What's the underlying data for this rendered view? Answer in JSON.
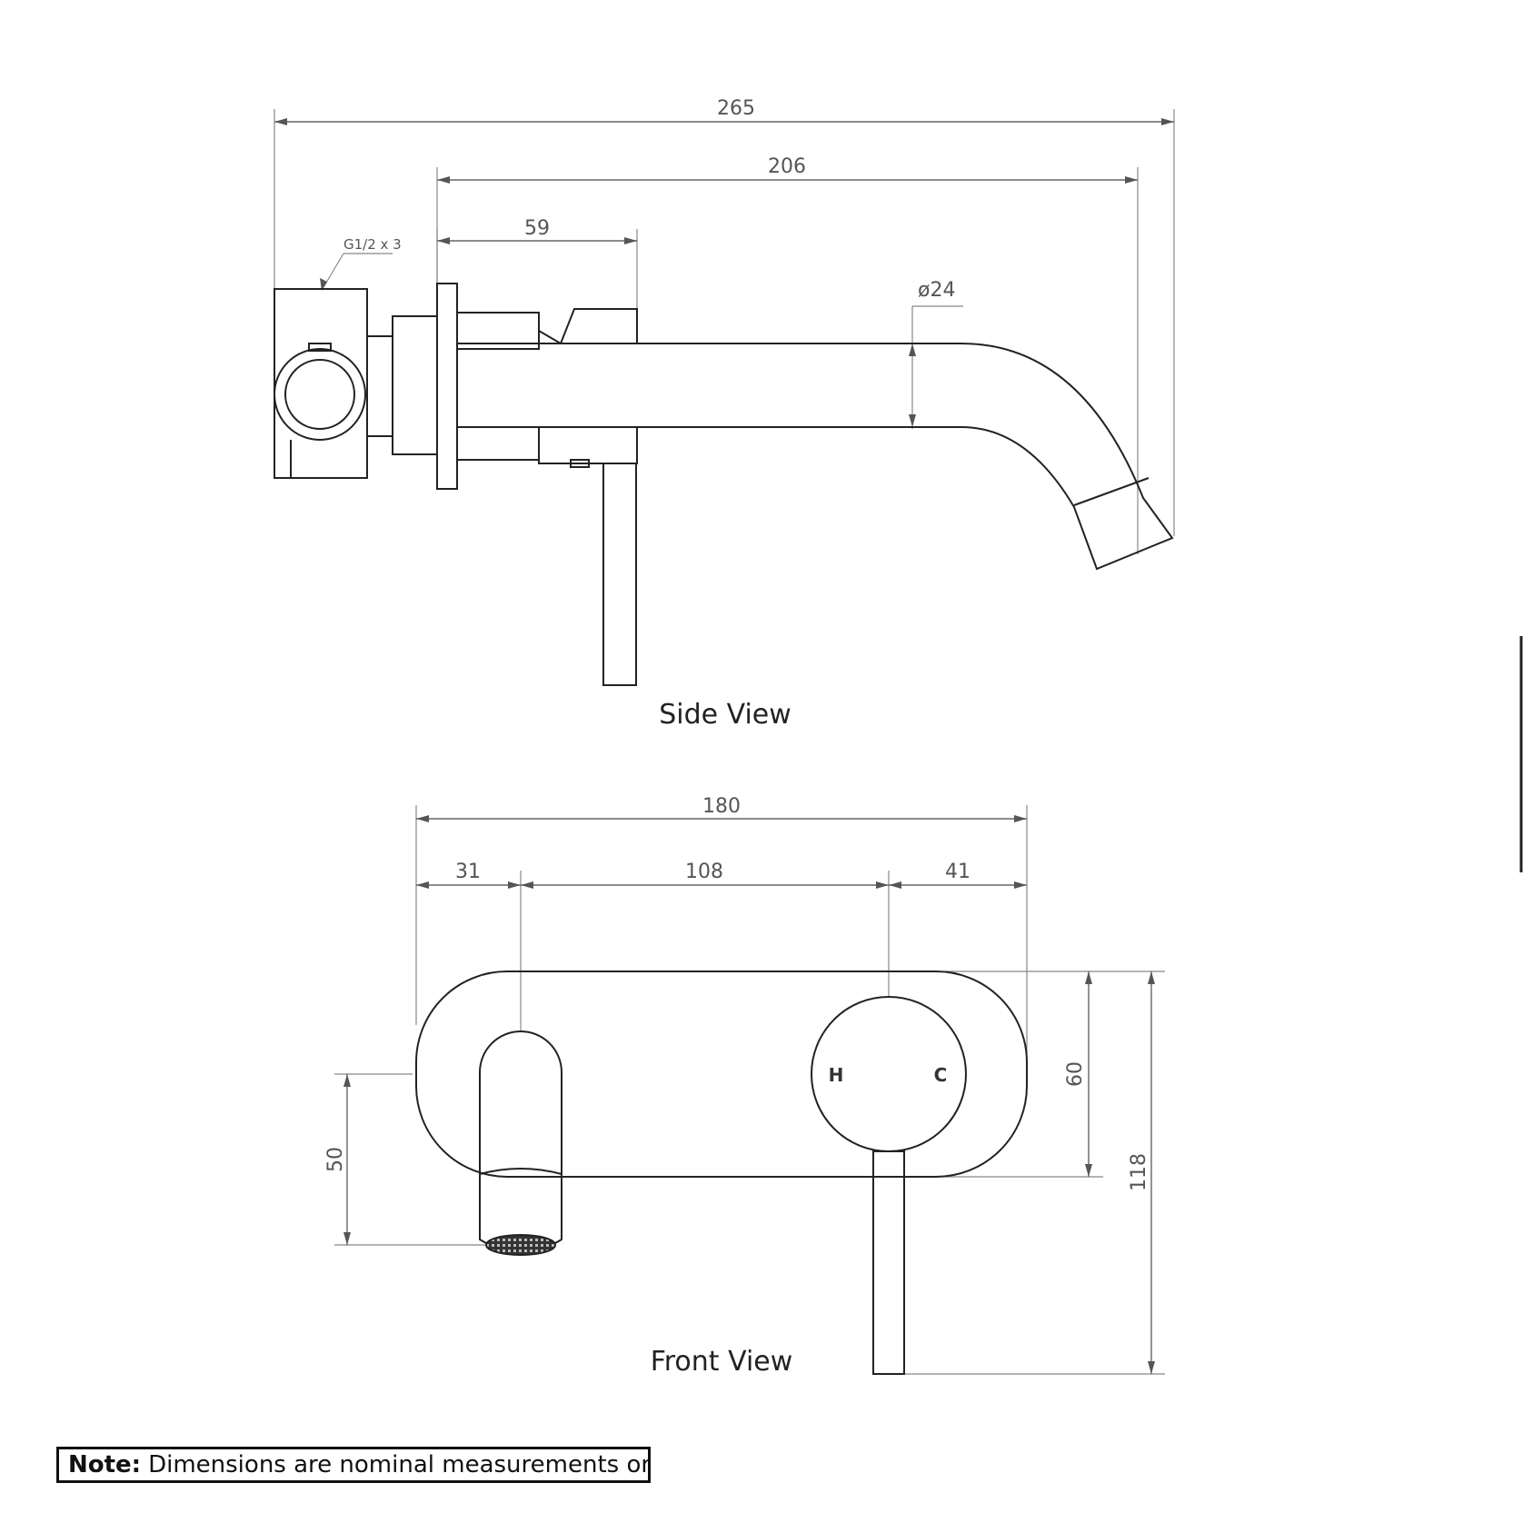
{
  "side_view": {
    "title": "Side View",
    "dimensions": {
      "overall": "265",
      "spout_projection": "206",
      "body_depth": "59",
      "diameter": "ø24",
      "connection": "G1/2 x 3"
    }
  },
  "front_view": {
    "title": "Front View",
    "dimensions": {
      "plate_width": "180",
      "left_offset": "31",
      "centres": "108",
      "right_offset": "41",
      "plate_height": "60",
      "overall_height": "118",
      "spout_drop": "50"
    },
    "handle_labels": {
      "hot": "H",
      "cold": "C"
    }
  },
  "note": {
    "label": "Note:",
    "text": "Dimensions are nominal measurements only"
  }
}
